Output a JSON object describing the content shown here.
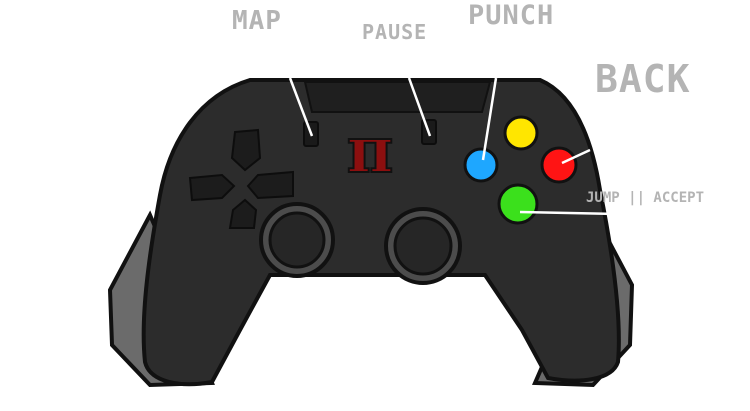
{
  "labels": {
    "map": "MAP",
    "pause": "PAUSE",
    "punch": "PUNCH",
    "back": "BACK",
    "jump_accept": "JUMP || ACCEPT"
  },
  "logo": {
    "glyph": "π"
  },
  "colors": {
    "body": "#2c2c2c",
    "outline": "#111111",
    "grip": "#6b6b6b",
    "dpad": "#1c1c1c",
    "stick_ring": "#4c4c4c",
    "logo": "#8c0f0f",
    "label": "#b4b4b4",
    "blue_button": "#1ea7ff",
    "yellow_button": "#ffe600",
    "red_button": "#ff1414",
    "green_button": "#3be01c"
  }
}
